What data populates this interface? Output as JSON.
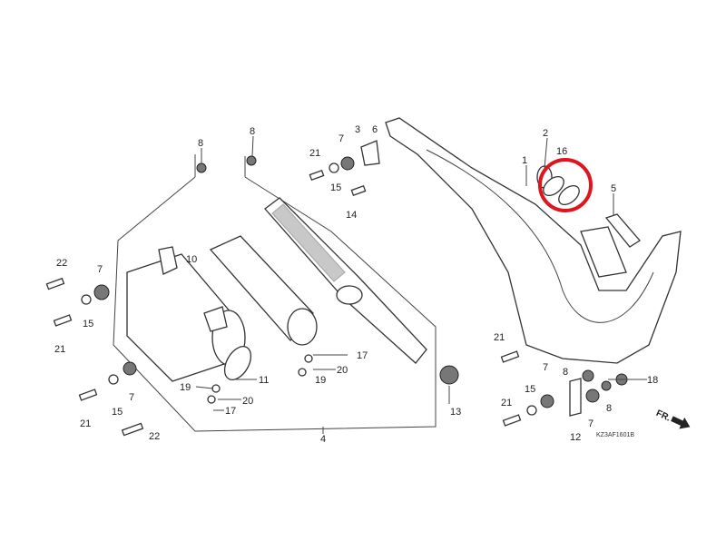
{
  "diagram": {
    "title": "Exhaust system parts diagram",
    "labels": [
      "8",
      "8",
      "21",
      "7",
      "3",
      "6",
      "15",
      "14",
      "1",
      "2",
      "16",
      "5",
      "10",
      "22",
      "7",
      "15",
      "21",
      "21",
      "17",
      "20",
      "19",
      "11",
      "19",
      "20",
      "17",
      "7",
      "15",
      "21",
      "22",
      "4",
      "13",
      "7",
      "8",
      "18",
      "15",
      "8",
      "7",
      "21",
      "12"
    ],
    "catalog_code": "KZ3AF1601B",
    "direction_marker": "FR.",
    "highlight_color": "#e0141e",
    "highlighted_part": "16"
  }
}
